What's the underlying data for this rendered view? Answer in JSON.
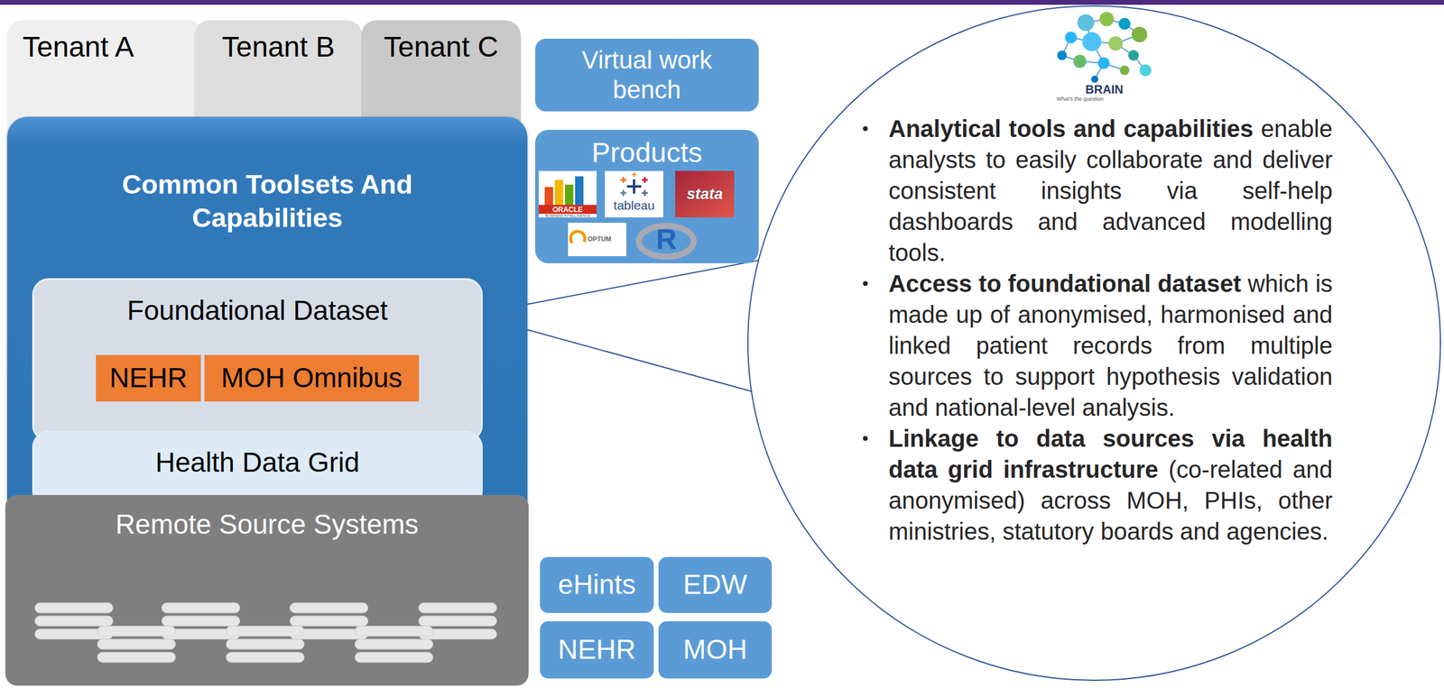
{
  "diagram": {
    "nodes": [
      {
        "text": [
          "Tenant A"
        ]
      },
      {
        "text": [
          "Tenant B"
        ]
      },
      {
        "text": [
          "Tenant C"
        ]
      },
      {
        "text": [
          "Common Toolsets And Capabilities"
        ]
      },
      {
        "text": [
          "Foundational Dataset"
        ],
        "in": 3
      },
      {
        "text": [
          "NEHR"
        ],
        "in": 4
      },
      {
        "text": [
          "MOH Omnibus"
        ],
        "in": 4
      },
      {
        "text": [
          "Health Data Grid"
        ],
        "in": 3
      },
      {
        "text": [
          "Remote Source Systems"
        ]
      },
      {
        "text": [
          "Virtual work bench"
        ]
      },
      {
        "text": [
          "Products"
        ]
      },
      {
        "text": [
          "Analytical tools and capabilities",
          "enable analysts to easily collaborate and deliver consistent insights via self-help dashboards and advanced modelling tools.",
          "Access to foundational dataset",
          "which is made up of anonymised, harmonised and linked patient records from multiple sources to support hypothesis validation and national-level analysis.",
          "Linkage to data sources via health data grid infrastructure",
          "(co-related and anonymised) across MOH, PHIs, other ministries, statutory boards and agencies."
        ]
      },
      {
        "text": [
          "eHints"
        ]
      },
      {
        "text": [
          "EDW"
        ]
      },
      {
        "text": [
          "NEHR"
        ]
      },
      {
        "text": [
          "MOH"
        ]
      }
    ],
    "edges": [
      {
        "from": 4,
        "to": 11,
        "arrow": "none"
      },
      {
        "from": 4,
        "to": 11,
        "arrow": "none"
      }
    ],
    "labels": [
      "ORACLE",
      "BUSINESS INTELLIGENCE",
      "tableau",
      "stata",
      "OPTUM",
      "R",
      "BRAIN",
      "What's the question"
    ]
  }
}
